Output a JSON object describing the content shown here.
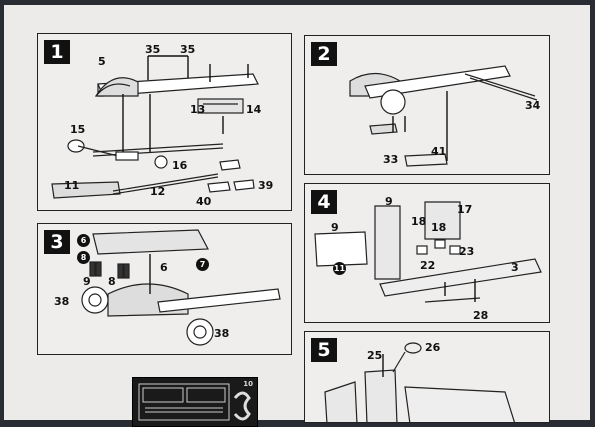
{
  "steps": [
    {
      "number": "1",
      "labels": [
        "35",
        "35",
        "5",
        "13",
        "14",
        "15",
        "16",
        "11",
        "12",
        "40",
        "39"
      ]
    },
    {
      "number": "2",
      "labels": [
        "34",
        "33",
        "41"
      ]
    },
    {
      "number": "3",
      "labels": [
        "6",
        "8",
        "6",
        "7",
        "9",
        "8",
        "38",
        "38"
      ],
      "circled": [
        "6",
        "8",
        "7"
      ]
    },
    {
      "number": "4",
      "labels": [
        "9",
        "18",
        "18",
        "17",
        "23",
        "22",
        "3",
        "28",
        "9"
      ],
      "circled": [
        "11"
      ]
    },
    {
      "number": "5",
      "labels": [
        "25",
        "26"
      ]
    }
  ],
  "logo": {
    "corner_text": "10"
  }
}
